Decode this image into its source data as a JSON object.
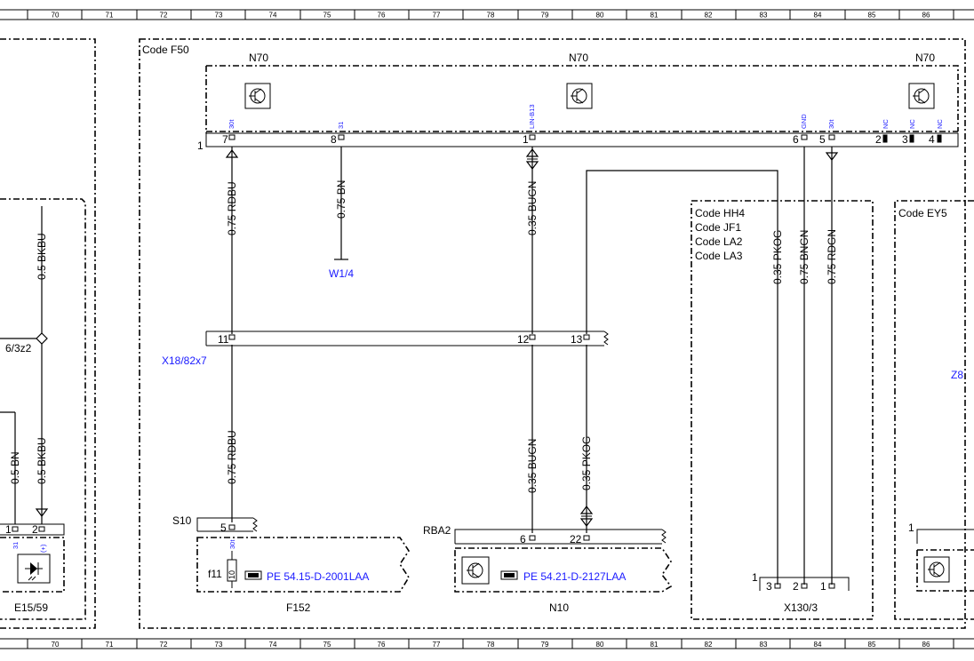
{
  "ruler": {
    "columns": [
      "70",
      "71",
      "72",
      "73",
      "74",
      "75",
      "76",
      "77",
      "78",
      "79",
      "80",
      "81",
      "82",
      "83",
      "84",
      "85",
      "86"
    ]
  },
  "codes": {
    "f50": "Code F50",
    "hh4_block": [
      "Code HH4",
      "Code JF1",
      "Code LA2",
      "Code LA3"
    ],
    "ey5": "Code EY5"
  },
  "components": {
    "n70_left": "N70",
    "n70_mid": "N70",
    "n70_right": "N70",
    "w1_4": "W1/4",
    "x18": "X18/82x7",
    "s10": "S10",
    "rba2": "RBA2",
    "f152": "F152",
    "f11": "f11",
    "n10": "N10",
    "x130_3": "X130/3",
    "e15_59": "E15/59",
    "z8": "Z8",
    "left_partial": "6/3z2"
  },
  "refs": {
    "pe_f152": "PE 54.15-D-2001LAA",
    "pe_n10": "PE 54.21-D-2127LAA"
  },
  "wires": {
    "w_rdbu_top": "0.75 RDBU",
    "w_bn": "0.75 BN",
    "w_bugn_top": "0.35 BUGN",
    "w_pkog_right": "0.35 PKOG",
    "w_bngn": "0.75 BNGN",
    "w_rdgn": "0.75 RDGN",
    "w_rdbu_bot": "0.75 RDBU",
    "w_bugn_bot": "0.35 BUGN",
    "w_pkog_bot": "0.35 PKOG",
    "w_bkbu_top": "0.5 BKBU",
    "w_bkbu_bot": "0.5 BKBU",
    "w_bn_left": "0.5 BN"
  },
  "pins": {
    "n70_row": "1",
    "n70_p7": "7",
    "n70_p8": "8",
    "n70_p1": "1",
    "n70_p6": "6",
    "n70_p5": "5",
    "n70_p2": "2",
    "n70_p3": "3",
    "n70_p4": "4",
    "sig_30t_a": "30t",
    "sig_31": "31",
    "sig_lin": "LIN-B13",
    "sig_gnd": "GND",
    "sig_30t_b": "30t",
    "sig_nc1": "NC",
    "sig_nc2": "NC",
    "sig_nc3": "NC",
    "x18_p11": "11",
    "x18_p12": "12",
    "x18_p13": "13",
    "s10_p5": "5",
    "s10_sig": "30t",
    "rba2_p6": "6",
    "rba2_p22": "22",
    "f11_val": "10",
    "x130_row": "1",
    "x130_p3": "3",
    "x130_p2": "2",
    "x130_p1": "1",
    "e15_p1": "1",
    "e15_p2": "2",
    "e15_sig1": "31",
    "e15_sig2": "(+)",
    "ey5_row": "1"
  }
}
